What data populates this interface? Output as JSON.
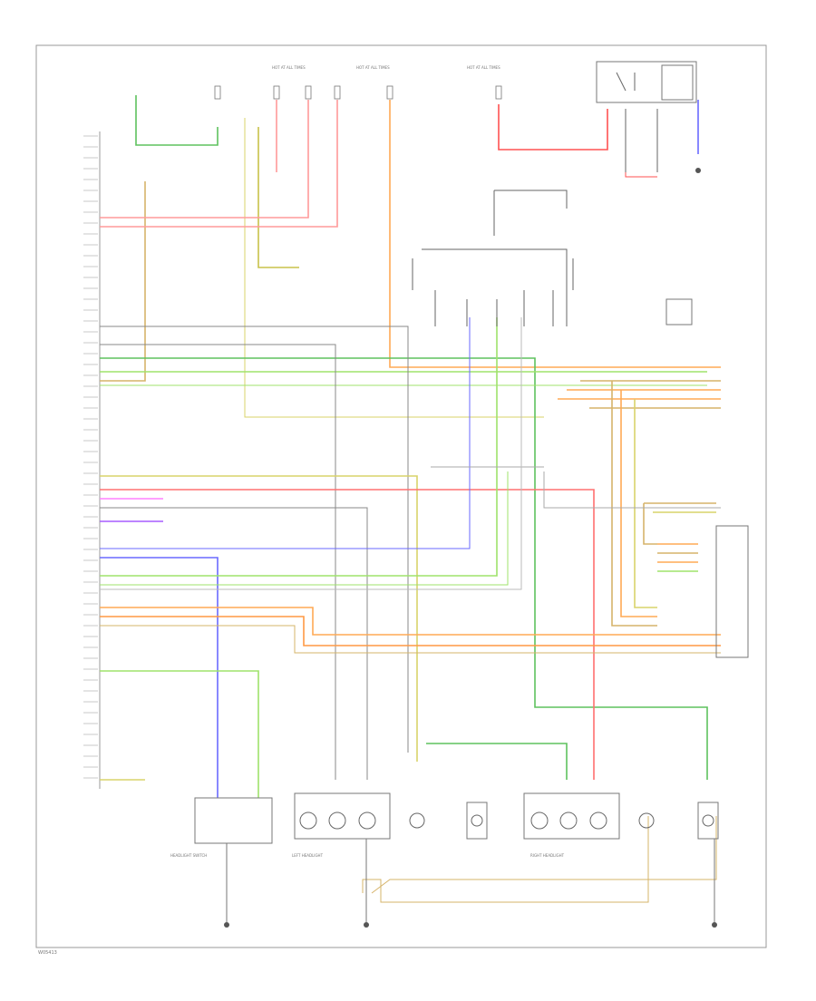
{
  "colors": {
    "green": "#5ec25e",
    "yellow": "#d9d36a",
    "pink": "#ff9a9a",
    "red": "#ff5252",
    "orange": "#ffaa55",
    "blue": "#6a6aff",
    "lightgreen": "#9fe36b",
    "violet": "#a75cff",
    "gray": "#888888",
    "tan": "#d6b46a",
    "black": "#555555"
  },
  "labels": {
    "hot_at_all_times_1": "HOT AT ALL TIMES",
    "hot_at_all_times_2": "HOT AT ALL TIMES",
    "hot_at_all_times_3": "HOT AT ALL TIMES",
    "headlight_switch": "HEADLIGHT SWITCH",
    "left_headlight": "LEFT HEADLIGHT",
    "right_headlight": "RIGHT HEADLIGHT",
    "footer_code": "W05413"
  }
}
